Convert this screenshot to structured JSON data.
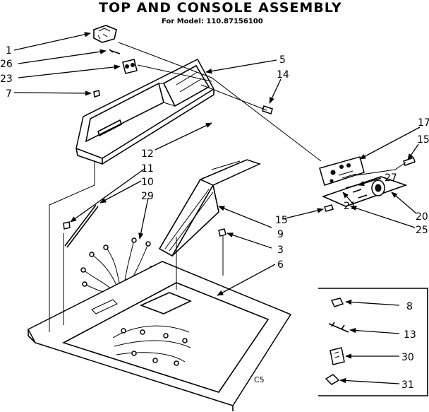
{
  "title": "TOP AND CONSOLE ASSEMBLY",
  "model": "For Model: 110.87156100",
  "code": "C5",
  "callouts": {
    "c1": "1",
    "c26": "26",
    "c23": "23",
    "c7": "7",
    "c5": "5",
    "c14": "14",
    "c12": "12",
    "c11": "11",
    "c10": "10",
    "c29": "29",
    "c17": "17",
    "c15a": "15",
    "c27": "27",
    "c21": "21",
    "c20": "20",
    "c25": "25",
    "c15b": "15",
    "c9": "9",
    "c3": "3",
    "c6": "6",
    "c8": "8",
    "c13": "13",
    "c30": "30",
    "c31": "31"
  }
}
